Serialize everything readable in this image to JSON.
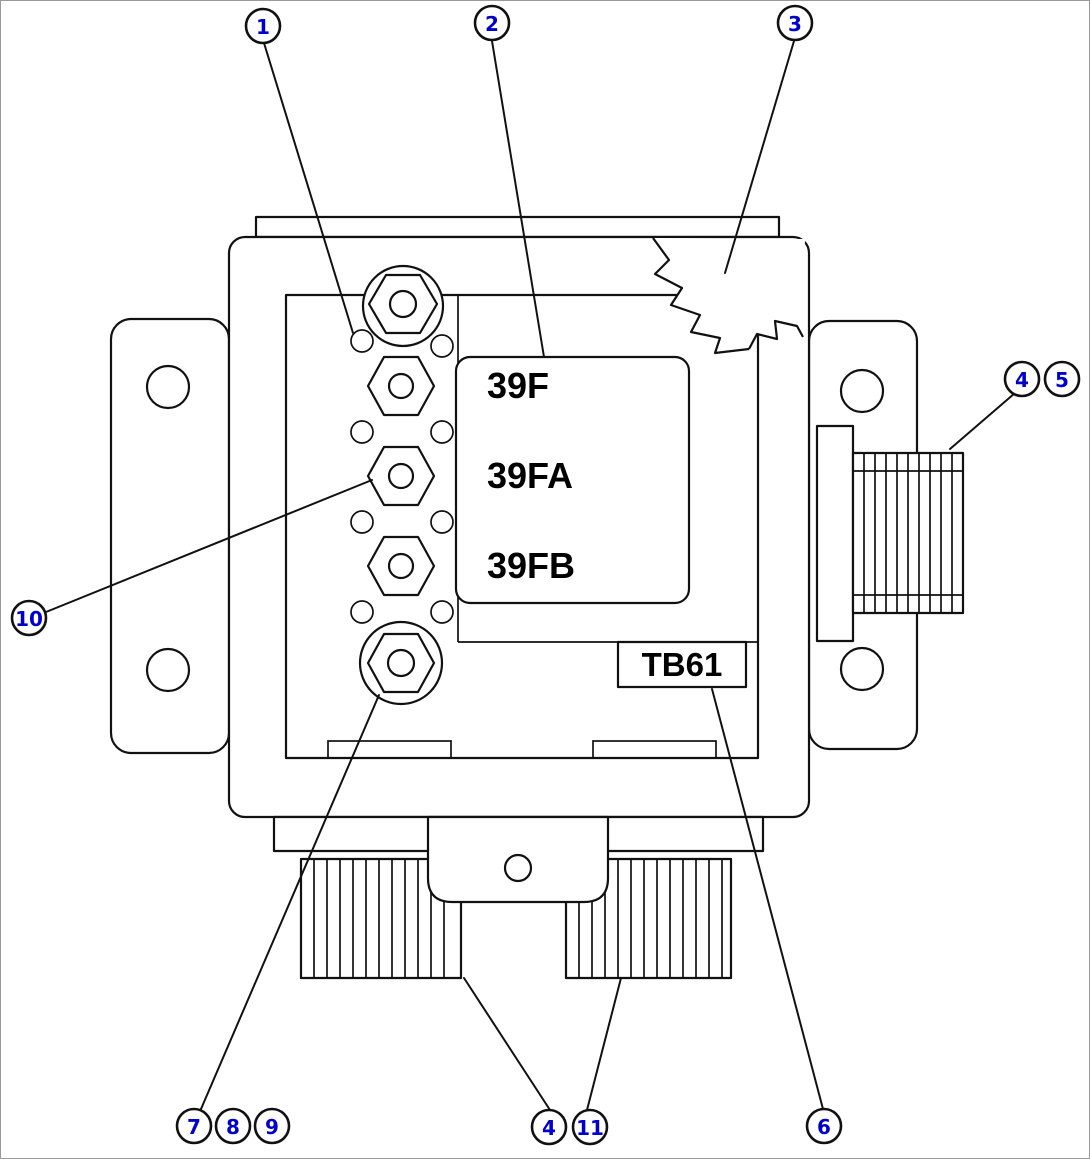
{
  "colors": {
    "line": "#111111",
    "callout_number": "#0000cc",
    "background": "#ffffff"
  },
  "diagram": {
    "terminal_labels": [
      "39F",
      "39FA",
      "39FB"
    ],
    "box_tag": "TB61"
  },
  "callouts": {
    "c1": "1",
    "c2": "2",
    "c3": "3",
    "c4_right": "4",
    "c5": "5",
    "c6": "6",
    "c7": "7",
    "c8": "8",
    "c9": "9",
    "c10": "10",
    "c4_bottom": "4",
    "c11": "11"
  }
}
